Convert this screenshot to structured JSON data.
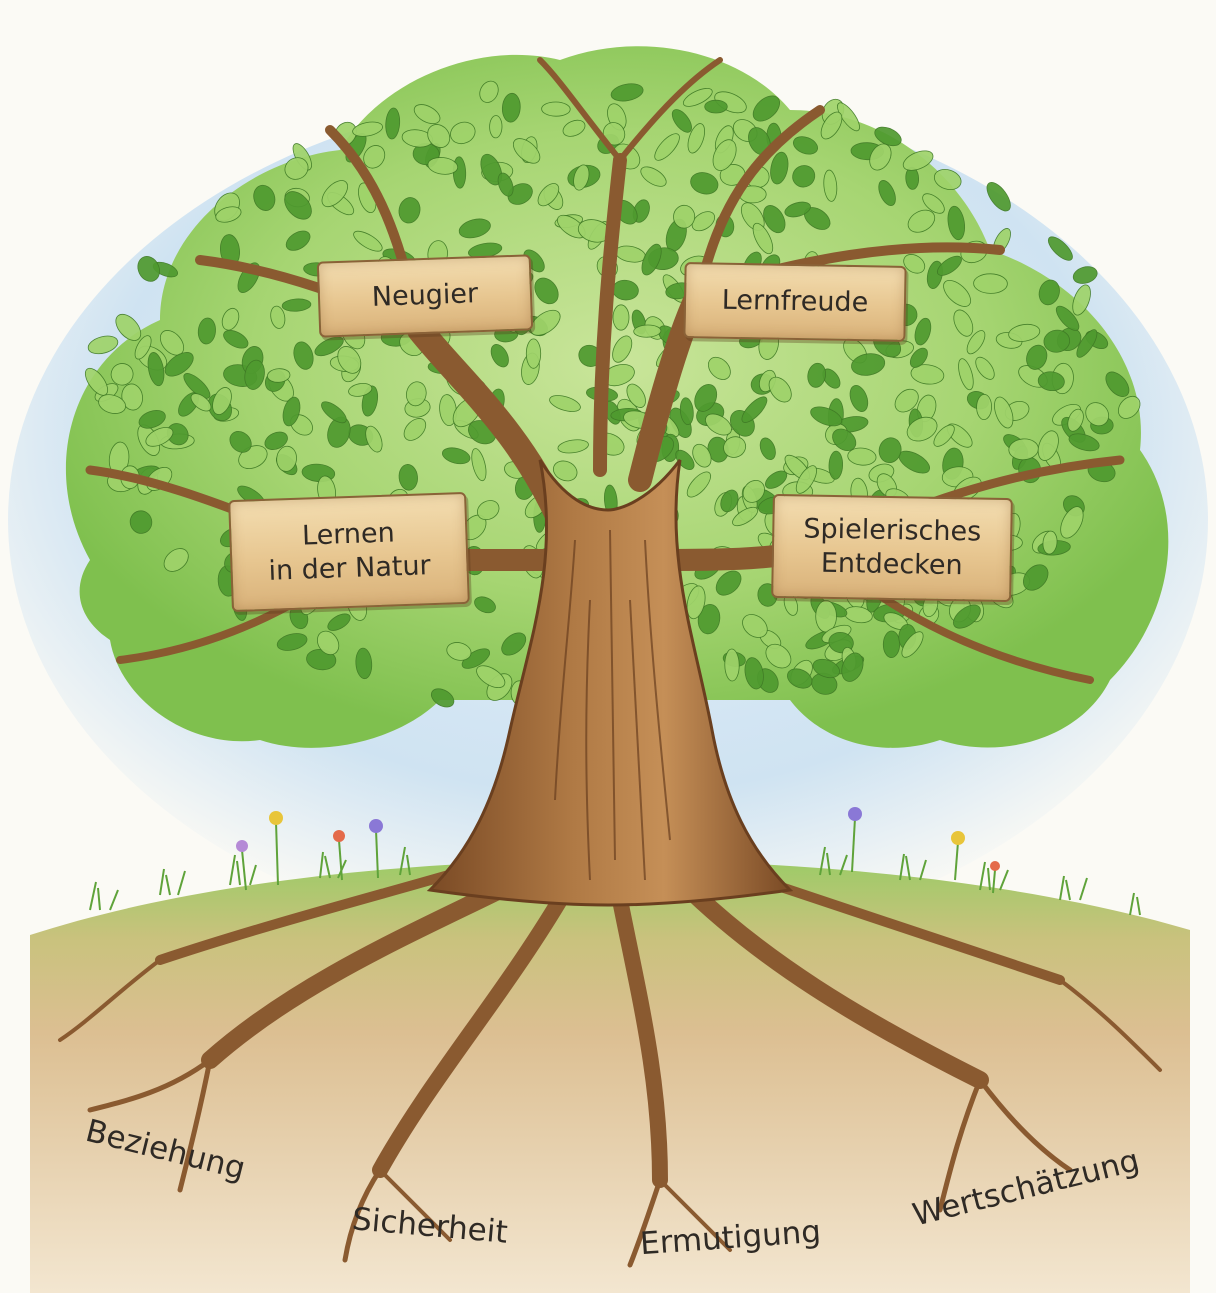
{
  "signs": {
    "neugier": "Neugier",
    "lernfreude": "Lernfreude",
    "lernen_line1": "Lernen",
    "lernen_line2": "in der Natur",
    "spielerisch_line1": "Spielerisches",
    "spielerisch_line2": "Entdecken"
  },
  "roots": {
    "beziehung": "Beziehung",
    "sicherheit": "Sicherheit",
    "ermutigung": "Ermutigung",
    "wertschaetzung": "Wertschätzung"
  },
  "colors": {
    "sky": "#cfe3f2",
    "leaf_light": "#9fd36a",
    "leaf_dark": "#4f9a2f",
    "bark": "#9a6134",
    "grass": "#8cc25a",
    "soil": "#d9b98c",
    "sign_wood": "#e7c690"
  }
}
